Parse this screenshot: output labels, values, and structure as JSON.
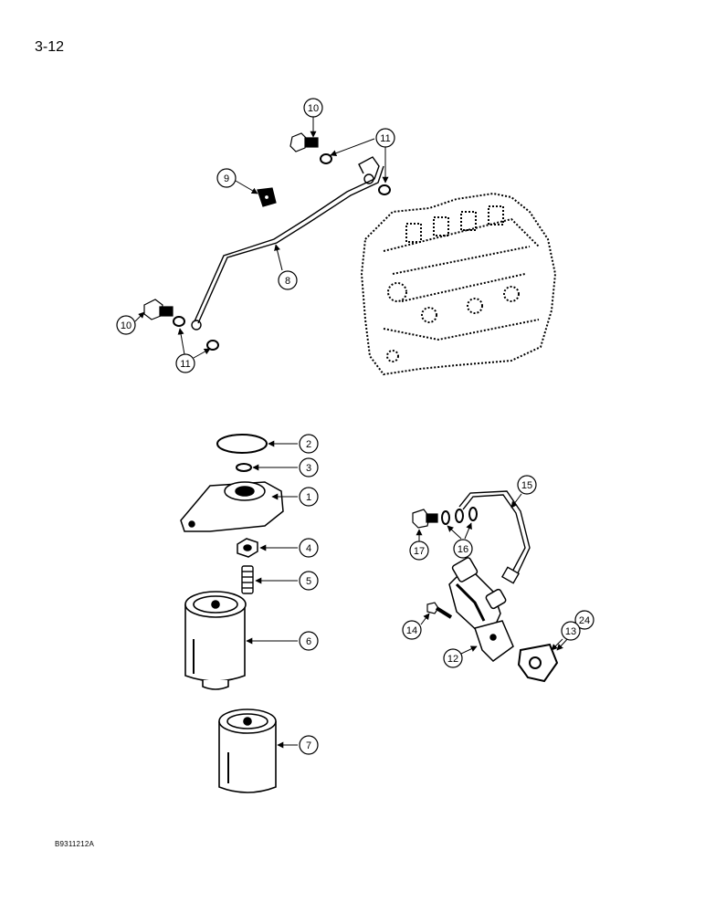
{
  "page": {
    "number": "3-12",
    "figure_code": "B9311212A"
  },
  "callouts": [
    "10",
    "11",
    "9",
    "8",
    "10",
    "11",
    "2",
    "3",
    "1",
    "4",
    "5",
    "6",
    "7",
    "15",
    "17",
    "16",
    "14",
    "12",
    "24",
    "13"
  ]
}
